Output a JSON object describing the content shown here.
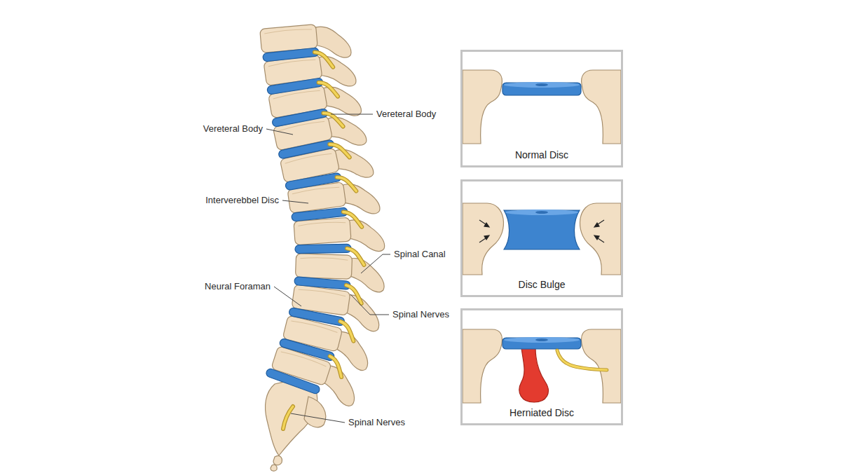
{
  "diagram": {
    "nodes": [
      {
        "text": [
          "Normal Disc"
        ]
      },
      {
        "text": [
          "Disc Bulge"
        ]
      },
      {
        "text": [
          "Herniated Disc"
        ]
      }
    ],
    "labels": [
      "Vereteral Body",
      "Vereteral Body",
      "Interverebbel Disc",
      "Spinal Canal",
      "Neural Foraman",
      "Spinal Nerves",
      "Spinal Nerves"
    ]
  }
}
